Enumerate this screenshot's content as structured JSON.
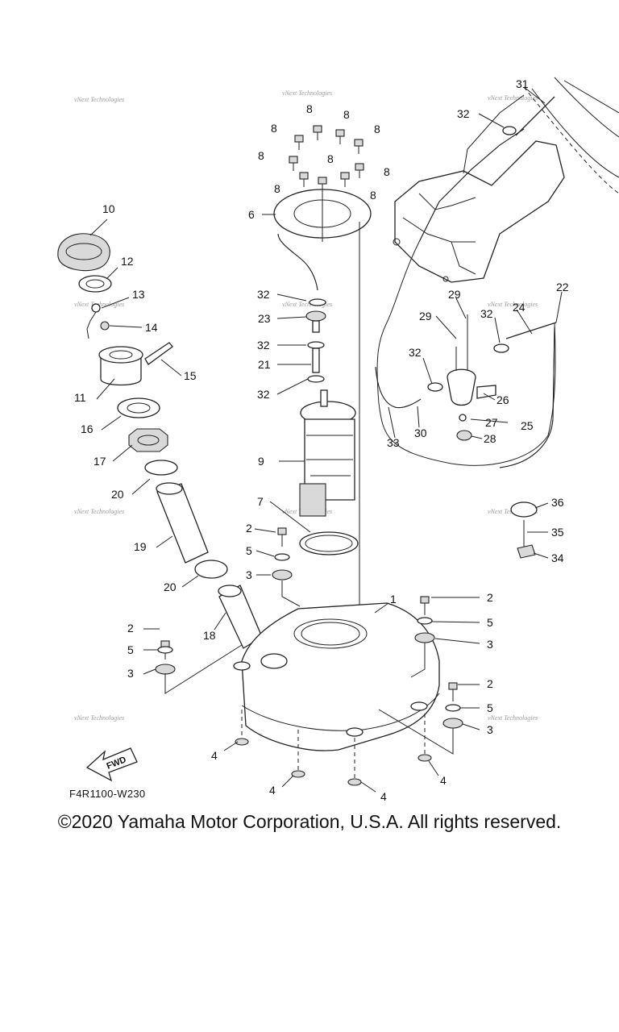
{
  "diagram_code": "F4R1100-W230",
  "fwd_label": "FWD",
  "copyright": "©2020 Yamaha Motor Corporation, U.S.A. All rights reserved.",
  "watermark": "vNext Technologies",
  "callouts": [
    {
      "id": "c1",
      "text": "1"
    },
    {
      "id": "c2a",
      "text": "2"
    },
    {
      "id": "c2b",
      "text": "2"
    },
    {
      "id": "c2c",
      "text": "2"
    },
    {
      "id": "c2d",
      "text": "2"
    },
    {
      "id": "c3a",
      "text": "3"
    },
    {
      "id": "c3b",
      "text": "3"
    },
    {
      "id": "c3c",
      "text": "3"
    },
    {
      "id": "c3d",
      "text": "3"
    },
    {
      "id": "c4a",
      "text": "4"
    },
    {
      "id": "c4b",
      "text": "4"
    },
    {
      "id": "c4c",
      "text": "4"
    },
    {
      "id": "c4d",
      "text": "4"
    },
    {
      "id": "c5a",
      "text": "5"
    },
    {
      "id": "c5b",
      "text": "5"
    },
    {
      "id": "c5c",
      "text": "5"
    },
    {
      "id": "c5d",
      "text": "5"
    },
    {
      "id": "c6",
      "text": "6"
    },
    {
      "id": "c7",
      "text": "7"
    },
    {
      "id": "c8a",
      "text": "8"
    },
    {
      "id": "c8b",
      "text": "8"
    },
    {
      "id": "c8c",
      "text": "8"
    },
    {
      "id": "c8d",
      "text": "8"
    },
    {
      "id": "c8e",
      "text": "8"
    },
    {
      "id": "c8f",
      "text": "8"
    },
    {
      "id": "c8g",
      "text": "8"
    },
    {
      "id": "c8h",
      "text": "8"
    },
    {
      "id": "c8i",
      "text": "8"
    },
    {
      "id": "c9",
      "text": "9"
    },
    {
      "id": "c10",
      "text": "10"
    },
    {
      "id": "c11",
      "text": "11"
    },
    {
      "id": "c12",
      "text": "12"
    },
    {
      "id": "c13",
      "text": "13"
    },
    {
      "id": "c14",
      "text": "14"
    },
    {
      "id": "c15",
      "text": "15"
    },
    {
      "id": "c16",
      "text": "16"
    },
    {
      "id": "c17",
      "text": "17"
    },
    {
      "id": "c18",
      "text": "18"
    },
    {
      "id": "c19",
      "text": "19"
    },
    {
      "id": "c20a",
      "text": "20"
    },
    {
      "id": "c20b",
      "text": "20"
    },
    {
      "id": "c21",
      "text": "21"
    },
    {
      "id": "c22",
      "text": "22"
    },
    {
      "id": "c23",
      "text": "23"
    },
    {
      "id": "c24",
      "text": "24"
    },
    {
      "id": "c25",
      "text": "25"
    },
    {
      "id": "c26",
      "text": "26"
    },
    {
      "id": "c27",
      "text": "27"
    },
    {
      "id": "c28",
      "text": "28"
    },
    {
      "id": "c29a",
      "text": "29"
    },
    {
      "id": "c29b",
      "text": "29"
    },
    {
      "id": "c30",
      "text": "30"
    },
    {
      "id": "c31",
      "text": "31"
    },
    {
      "id": "c32a",
      "text": "32"
    },
    {
      "id": "c32b",
      "text": "32"
    },
    {
      "id": "c32c",
      "text": "32"
    },
    {
      "id": "c32d",
      "text": "32"
    },
    {
      "id": "c32e",
      "text": "32"
    },
    {
      "id": "c32f",
      "text": "32"
    },
    {
      "id": "c33",
      "text": "33"
    },
    {
      "id": "c34",
      "text": "34"
    },
    {
      "id": "c35",
      "text": "35"
    },
    {
      "id": "c36",
      "text": "36"
    }
  ]
}
